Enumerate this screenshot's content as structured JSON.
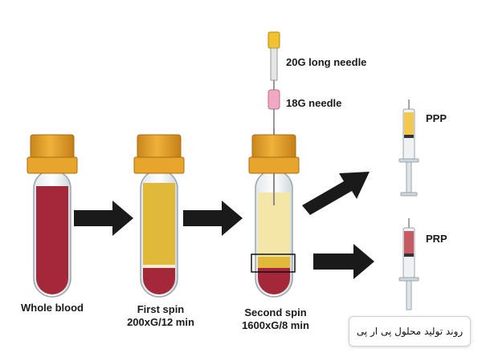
{
  "labels": {
    "whole_blood": "Whole blood",
    "first_spin_line1": "First spin",
    "first_spin_line2": "200xG/12 min",
    "second_spin_line1": "Second spin",
    "second_spin_line2": "1600xG/8 min",
    "long_needle": "20G long needle",
    "needle_18g": "18G needle",
    "ppp": "PPP",
    "prp": "PRP"
  },
  "caption": "روند تولید محلول پی ار پی",
  "colors": {
    "cap": "#e8a52c",
    "blood": "#a3283a",
    "plasma_dark": "#e0b83a",
    "plasma_light": "#f4e6a6",
    "arrow": "#1a1a1a",
    "needle_yellow": "#f2c12e",
    "needle_pink": "#f0a8c4"
  }
}
